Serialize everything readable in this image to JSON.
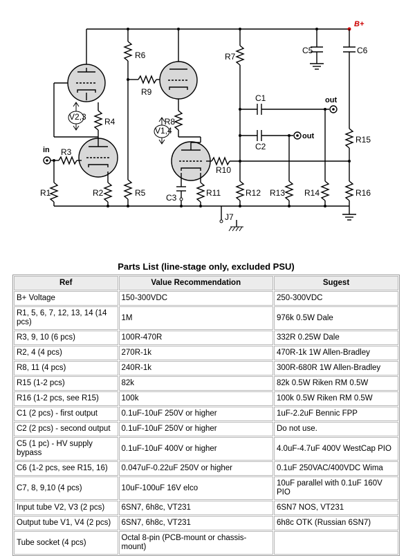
{
  "schematic": {
    "labels": {
      "bplus": "B+",
      "in": "in",
      "out1": "out",
      "out2": "out",
      "j7": "J7",
      "tube_v23": "V2,3",
      "tube_v14": "V1,4",
      "R1": "R1",
      "R2": "R2",
      "R3": "R3",
      "R4": "R4",
      "R5": "R5",
      "R6": "R6",
      "R7": "R7",
      "R8": "R8",
      "R9": "R9",
      "R10": "R10",
      "R11": "R11",
      "R12": "R12",
      "R13": "R13",
      "R14": "R14",
      "R15": "R15",
      "R16": "R16",
      "C1": "C1",
      "C2": "C2",
      "C3": "C3",
      "C5": "C5",
      "C6": "C6"
    }
  },
  "parts": {
    "title": "Parts List (line-stage only, excluded PSU)",
    "headers": [
      "Ref",
      "Value Recommendation",
      "Sugest"
    ],
    "rows": [
      [
        "B+ Voltage",
        "150-300VDC",
        "250-300VDC"
      ],
      [
        "R1, 5, 6, 7, 12, 13, 14 (14 pcs)",
        "1M",
        "976k 0.5W Dale"
      ],
      [
        "R3, 9, 10 (6 pcs)",
        "100R-470R",
        "332R 0.25W Dale"
      ],
      [
        "R2, 4 (4 pcs)",
        "270R-1k",
        "470R-1k 1W Allen-Bradley"
      ],
      [
        "R8, 11 (4 pcs)",
        "240R-1k",
        "300R-680R 1W Allen-Bradley"
      ],
      [
        "R15 (1-2 pcs)",
        "82k",
        "82k 0.5W Riken RM 0.5W"
      ],
      [
        "R16 (1-2 pcs, see R15)",
        "100k",
        "100k 0.5W Riken RM 0.5W"
      ],
      [
        "C1 (2 pcs) - first output",
        "0.1uF-10uF 250V or higher",
        "1uF-2.2uF Bennic FPP"
      ],
      [
        "C2 (2 pcs) - second output",
        "0.1uF-10uF 250V or higher",
        "Do not use."
      ],
      [
        "C5 (1 pc) - HV supply bypass",
        "0.1uF-10uF 400V or higher",
        "4.0uF-4.7uF 400V WestCap PIO"
      ],
      [
        "C6 (1-2 pcs, see R15, 16)",
        "0.047uF-0.22uF 250V or higher",
        "0.1uF 250VAC/400VDC Wima"
      ],
      [
        "C7, 8, 9,10 (4 pcs)",
        "10uF-100uF 16V elco",
        "10uF parallel with 0.1uF 160V PIO"
      ],
      [
        "Input tube V2, V3 (2 pcs)",
        "6SN7, 6h8c, VT231",
        "6SN7 NOS, VT231"
      ],
      [
        "Output tube V1, V4 (2 pcs)",
        "6SN7, 6h8c, VT231",
        "6h8c OTK (Russian 6SN7)"
      ],
      [
        "Tube socket (4 pcs)",
        "Octal 8-pin (PCB-mount   or chassis-mount)",
        ""
      ]
    ]
  }
}
